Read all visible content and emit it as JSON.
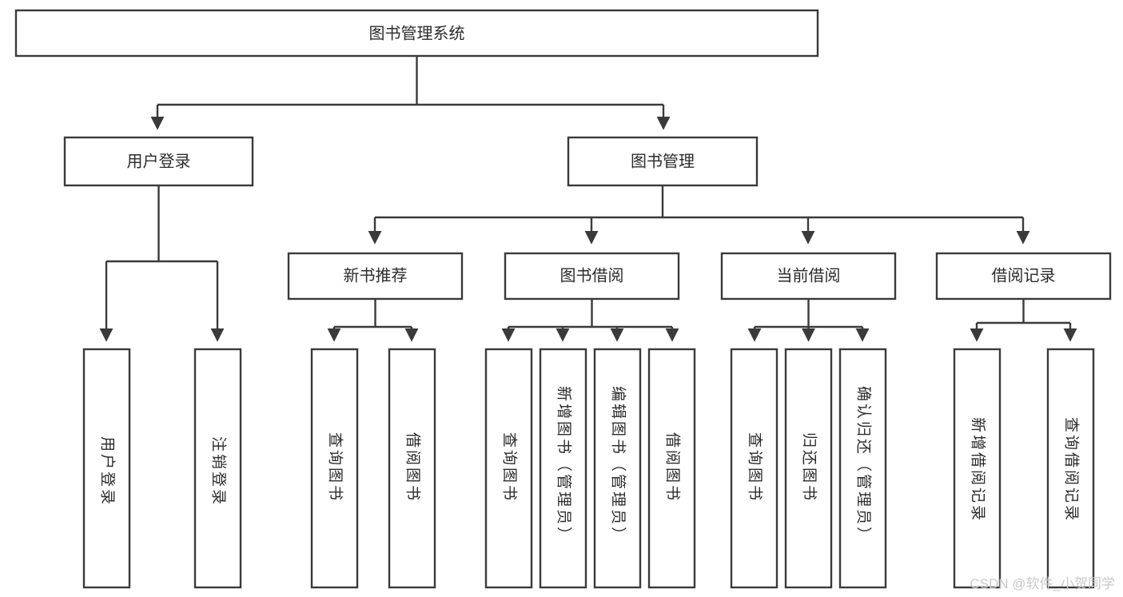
{
  "diagram": {
    "title": "图书管理系统",
    "type": "tree-hierarchy-diagram",
    "root": {
      "label": "图书管理系统"
    },
    "level2": [
      {
        "id": "user-login",
        "label": "用户登录"
      },
      {
        "id": "book-management",
        "label": "图书管理"
      }
    ],
    "level3": [
      {
        "id": "new-book-recommend",
        "label": "新书推荐",
        "parent": "book-management"
      },
      {
        "id": "book-borrow",
        "label": "图书借阅",
        "parent": "book-management"
      },
      {
        "id": "current-borrow",
        "label": "当前借阅",
        "parent": "book-management"
      },
      {
        "id": "borrow-record",
        "label": "借阅记录",
        "parent": "book-management"
      }
    ],
    "leaves": {
      "user_login": [
        {
          "id": "leaf-user-login",
          "label": "用户登录"
        },
        {
          "id": "leaf-logout-login",
          "label": "注销登录"
        }
      ],
      "new_book_recommend": [
        {
          "id": "leaf-query-book-1",
          "label": "查询图书"
        },
        {
          "id": "leaf-borrow-book-1",
          "label": "借阅图书"
        }
      ],
      "book_borrow": [
        {
          "id": "leaf-query-book-2",
          "label": "查询图书"
        },
        {
          "id": "leaf-add-book",
          "label": "新增图书（管理员）"
        },
        {
          "id": "leaf-edit-book",
          "label": "编辑图书（管理员）"
        },
        {
          "id": "leaf-borrow-book-2",
          "label": "借阅图书"
        }
      ],
      "current_borrow": [
        {
          "id": "leaf-query-book-3",
          "label": "查询图书"
        },
        {
          "id": "leaf-return-book",
          "label": "归还图书"
        },
        {
          "id": "leaf-confirm-return",
          "label": "确认归还（管理员）"
        }
      ],
      "borrow_record": [
        {
          "id": "leaf-add-borrow-record",
          "label": "新增借阅记录"
        },
        {
          "id": "leaf-query-borrow-record",
          "label": "查询借阅记录"
        }
      ]
    }
  },
  "watermark": {
    "text": "CSDN @软件_小贺同学"
  },
  "colors": {
    "box_stroke": "#3a3a3a",
    "box_fill": "#ffffff",
    "text": "#2b2b2b",
    "background": "#ffffff",
    "watermark": "#c9c9c9"
  }
}
